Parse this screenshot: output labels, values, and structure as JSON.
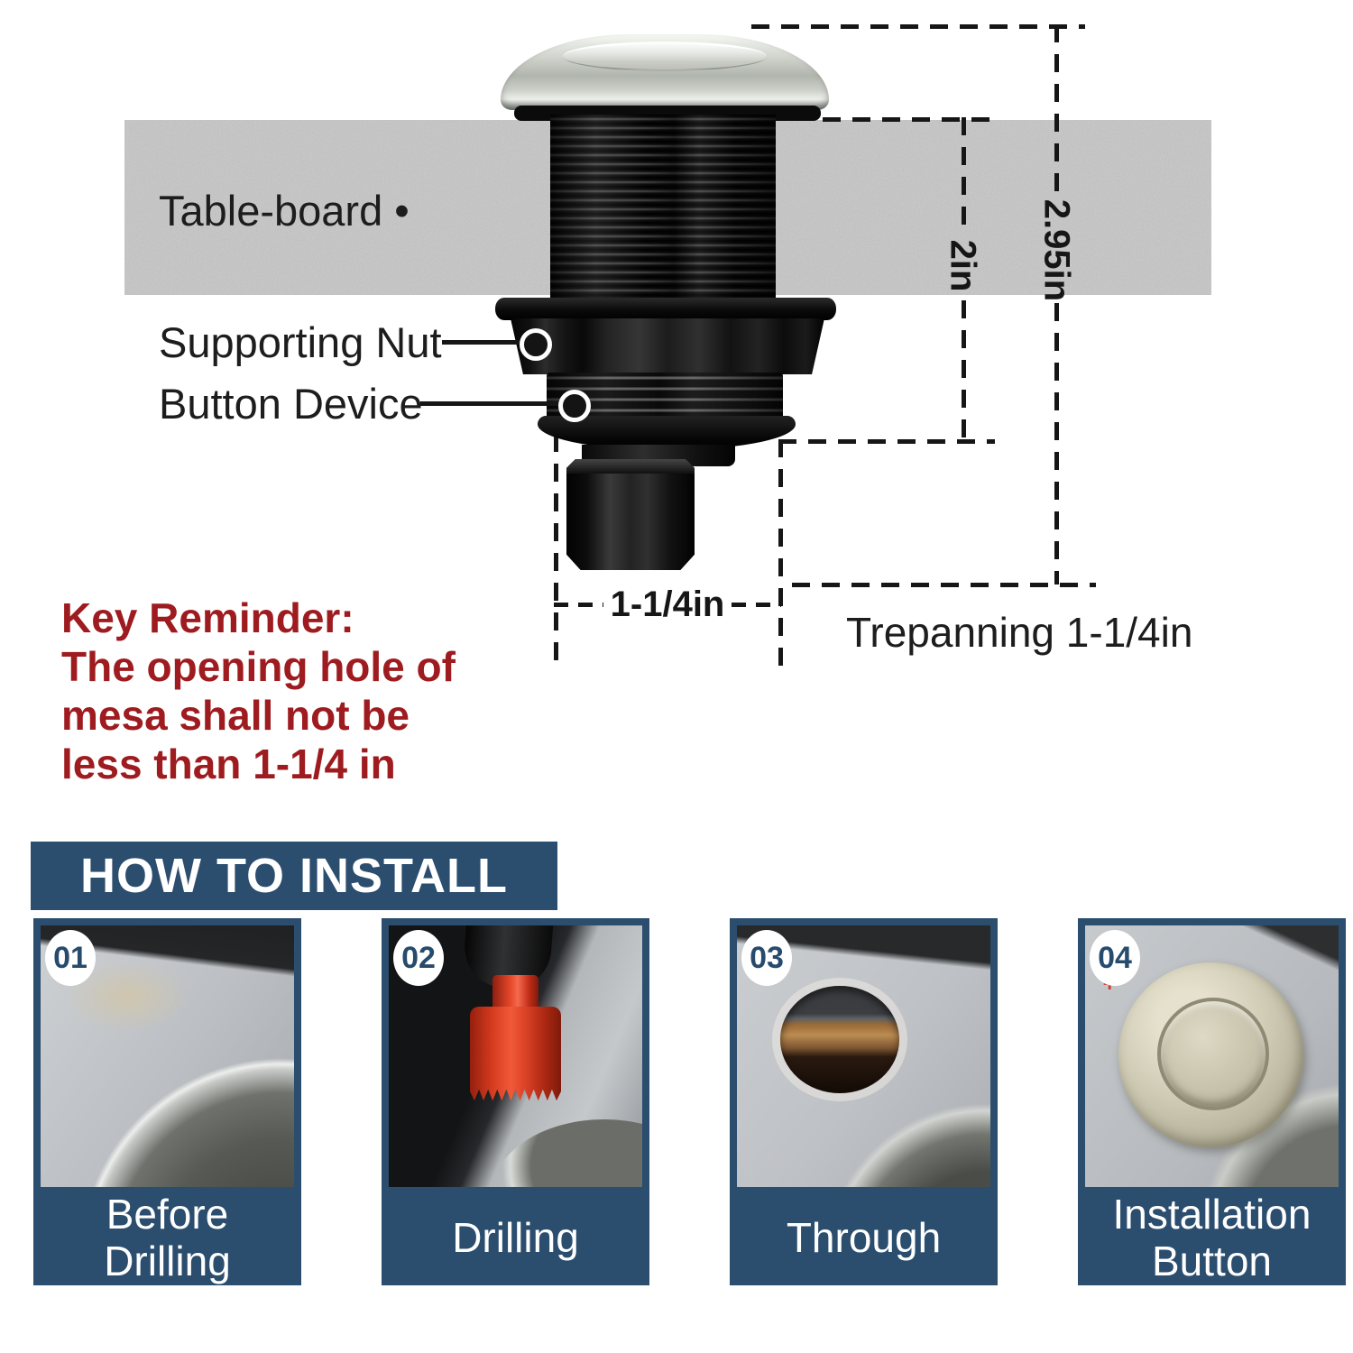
{
  "diagram": {
    "table_board_label": "Table-board •",
    "supporting_nut_label": "Supporting Nut",
    "button_device_label": "Button Device",
    "dim_total_height": "2.95in",
    "dim_thread_length": "2in",
    "dim_device_width": "1-1/4in",
    "trepanning_label": "Trepanning 1-1/4in"
  },
  "key_reminder": {
    "lines": [
      "Key Reminder:",
      "The opening hole of",
      "mesa shall not be",
      "less than 1-1/4 in"
    ]
  },
  "how_to_install": {
    "title": "HOW TO INSTALL",
    "steps": [
      {
        "number": "01",
        "label": "Before Drilling"
      },
      {
        "number": "02",
        "label": "Drilling"
      },
      {
        "number": "03",
        "label": "Through"
      },
      {
        "number": "04",
        "label": "Installation Button"
      }
    ]
  },
  "colors": {
    "navy": "#2b4d6e",
    "key_reminder_red": "#9e1b1f",
    "board_gray": "#c6c6c6",
    "drill_red": "#e0492a",
    "chrome_cap": "#d8dcd5",
    "nickel_button": "#c9c4ae"
  }
}
